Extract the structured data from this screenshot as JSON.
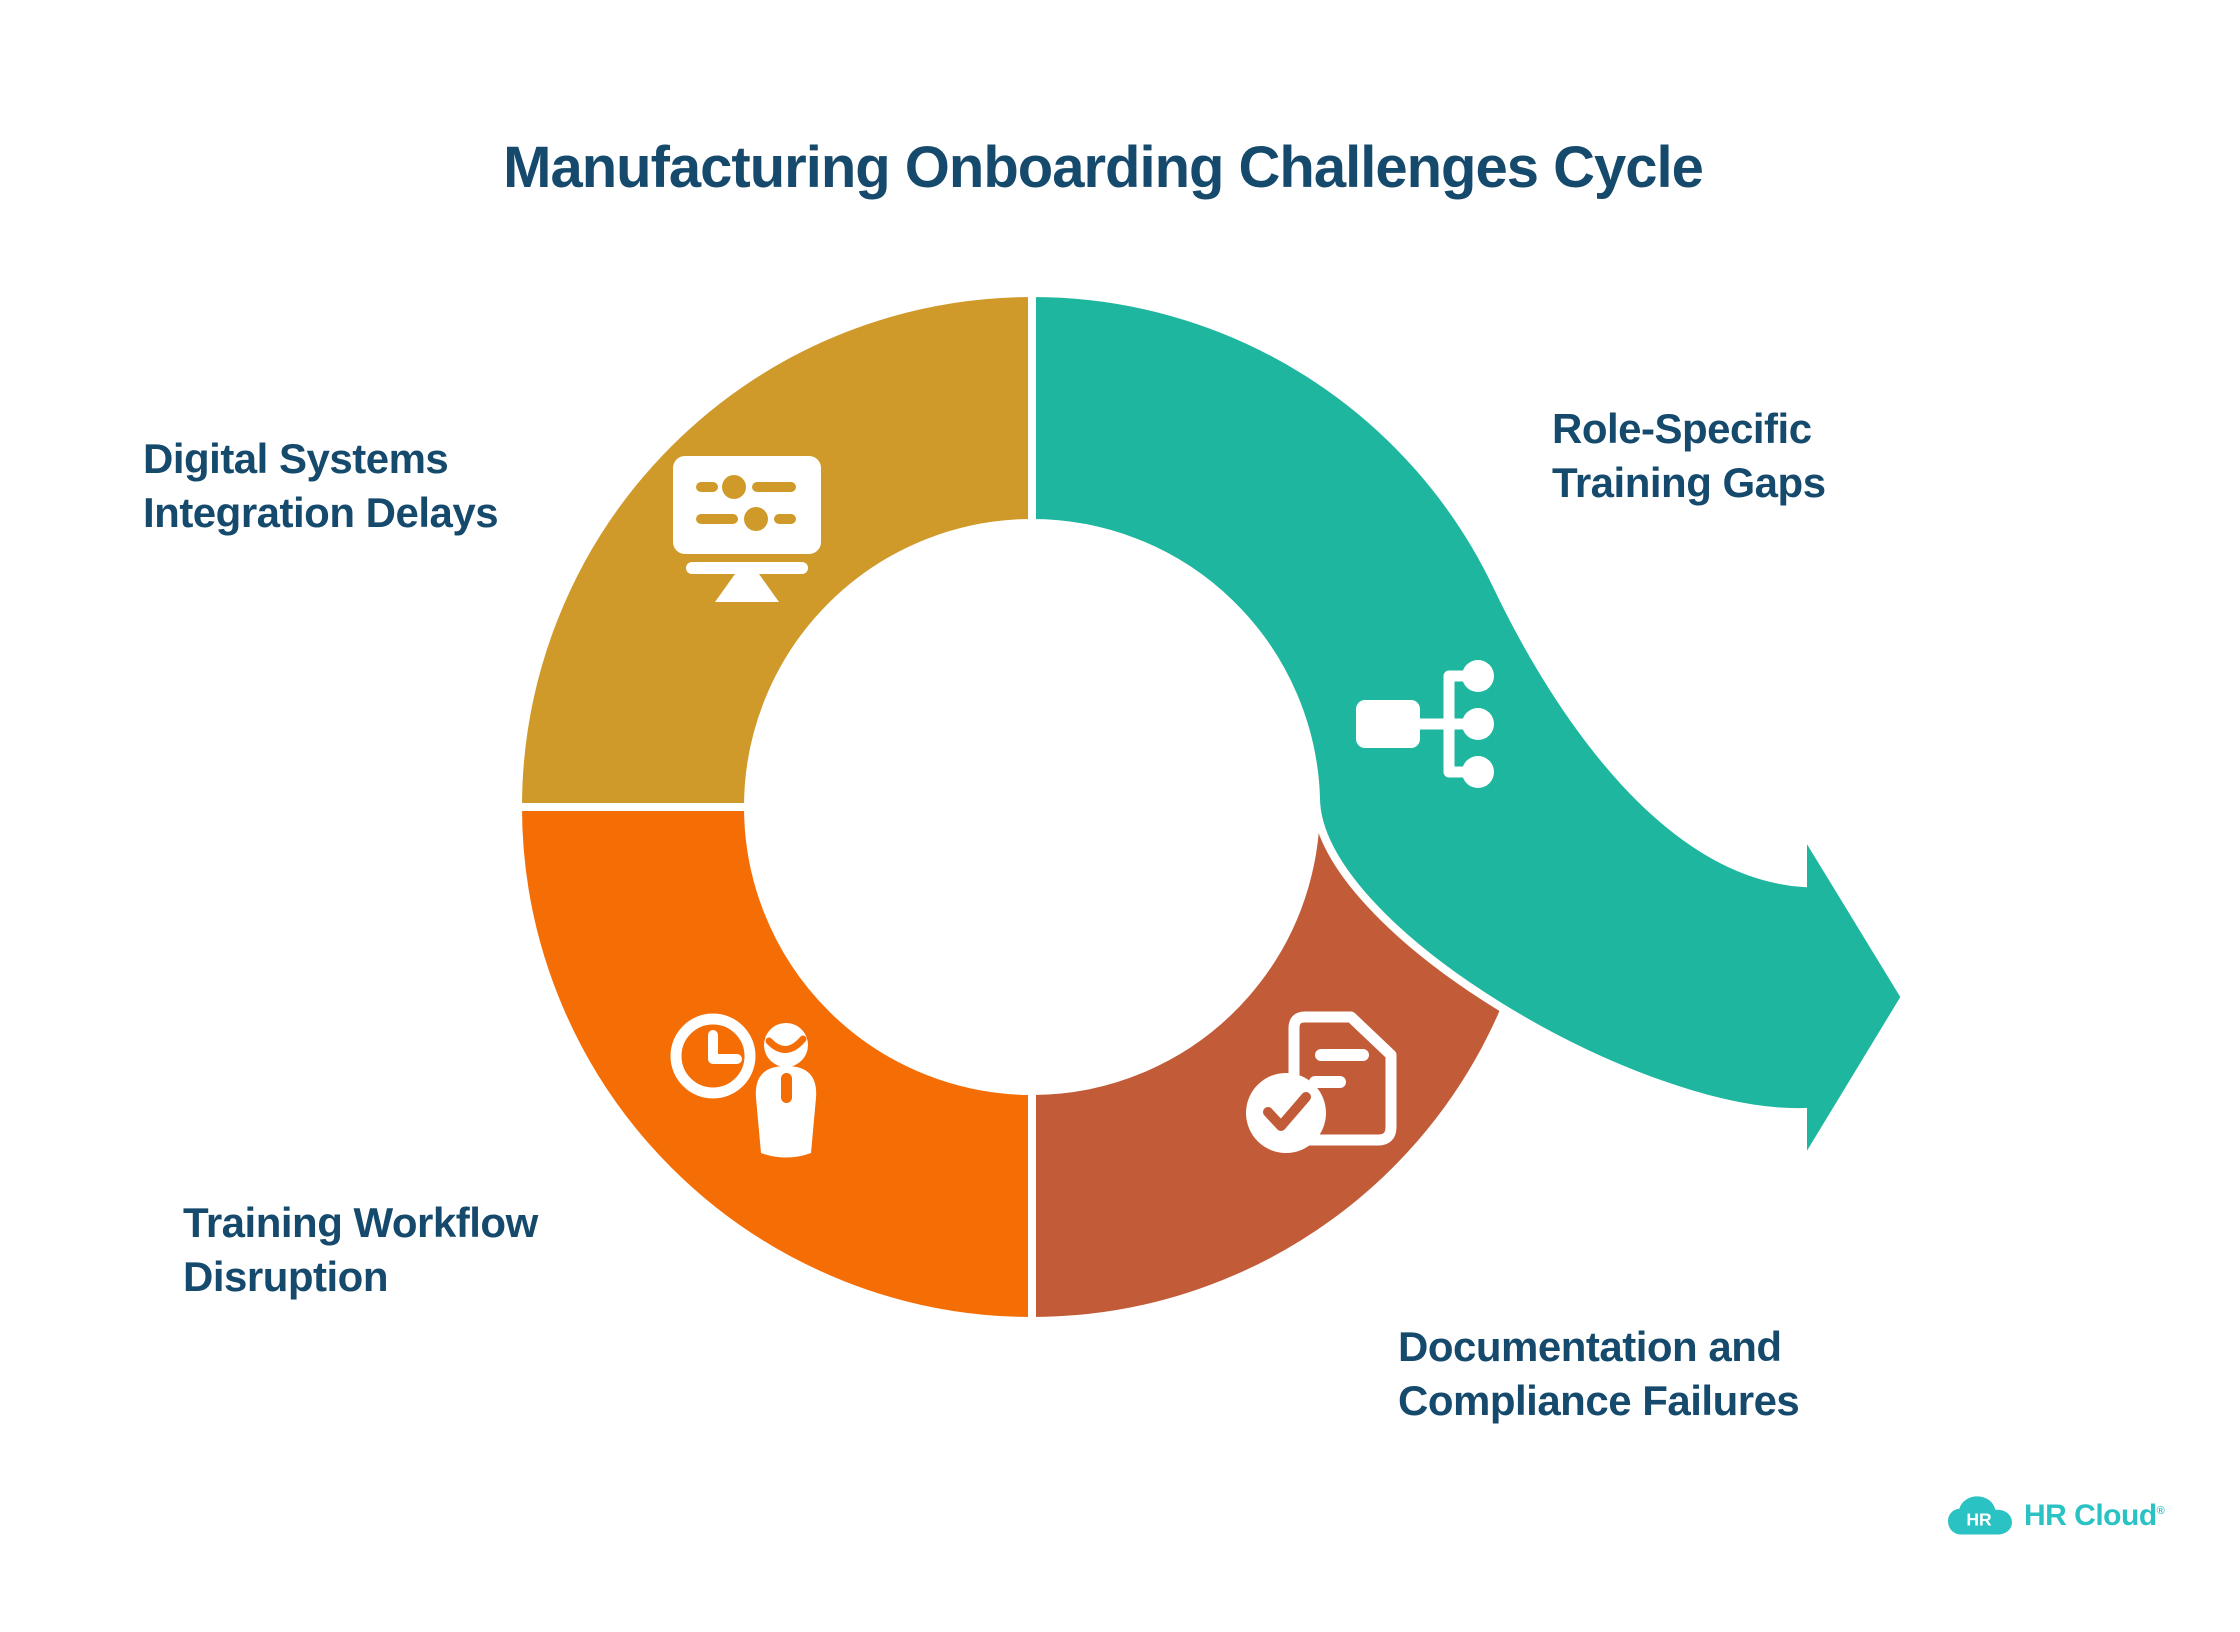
{
  "page": {
    "background": "#ffffff"
  },
  "title": {
    "text": "Manufacturing Onboarding Challenges Cycle",
    "color": "#164a6d"
  },
  "segments": [
    {
      "name": "digital-systems-integration-delays",
      "label_line1": "Digital Systems",
      "label_line2": "Integration Delays",
      "color": "#d09a2b",
      "icon": "monitor-settings-icon"
    },
    {
      "name": "role-specific-training-gaps",
      "label_line1": "Role-Specific",
      "label_line2": "Training Gaps",
      "color": "#1eb69e",
      "icon": "org-chart-icon"
    },
    {
      "name": "training-workflow-disruption",
      "label_line1": "Training Workflow",
      "label_line2": "Disruption",
      "color": "#f56d05",
      "icon": "clock-person-icon"
    },
    {
      "name": "documentation-and-compliance-failures",
      "label_line1": "Documentation and",
      "label_line2": "Compliance Failures",
      "color": "#c25c38",
      "icon": "document-check-icon"
    }
  ],
  "label_text_color": "#164a6d",
  "logo": {
    "badge_text": "HR",
    "brand_text": "HR Cloud",
    "registered_mark": "®",
    "color": "#2bc2c3"
  }
}
